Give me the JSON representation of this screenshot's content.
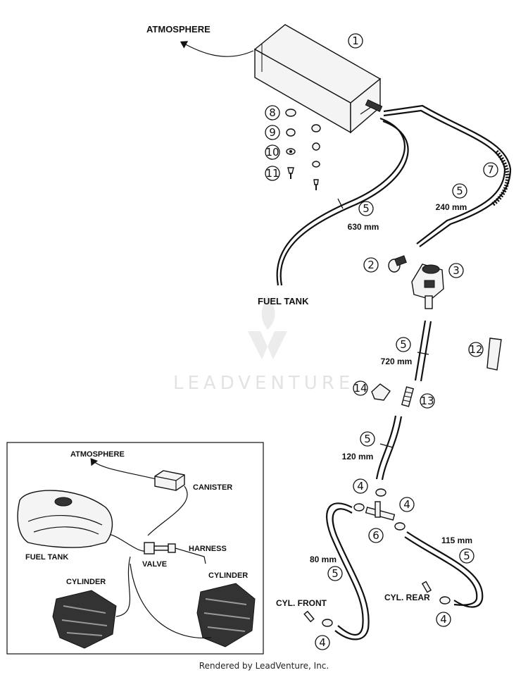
{
  "labels": {
    "atmosphere_main": "ATMOSPHERE",
    "fuel_tank_main": "FUEL TANK",
    "cyl_front": "CYL. FRONT",
    "cyl_rear": "CYL. REAR"
  },
  "callouts": {
    "c1": "1",
    "c2": "2",
    "c3": "3",
    "c4a": "4",
    "c4b": "4",
    "c4c": "4",
    "c4d": "4",
    "c5a": "5",
    "c5b": "5",
    "c5c": "5",
    "c5d": "5",
    "c5e": "5",
    "c5f": "5",
    "c6": "6",
    "c7": "7",
    "c8": "8",
    "c9": "9",
    "c10": "10",
    "c11": "11",
    "c12": "12",
    "c13": "13",
    "c14": "14"
  },
  "measurements": {
    "m630": "630 mm",
    "m240": "240 mm",
    "m720": "720 mm",
    "m120": "120 mm",
    "m80": "80 mm",
    "m115": "115 mm"
  },
  "inset": {
    "atmosphere": "ATMOSPHERE",
    "canister": "CANISTER",
    "harness": "HARNESS",
    "valve": "VALVE",
    "fuel_tank": "FUEL TANK",
    "cylinder_left": "CYLINDER",
    "cylinder_right": "CYLINDER"
  },
  "watermark": "LEADVENTURE",
  "footer": "Rendered by LeadVenture, Inc."
}
